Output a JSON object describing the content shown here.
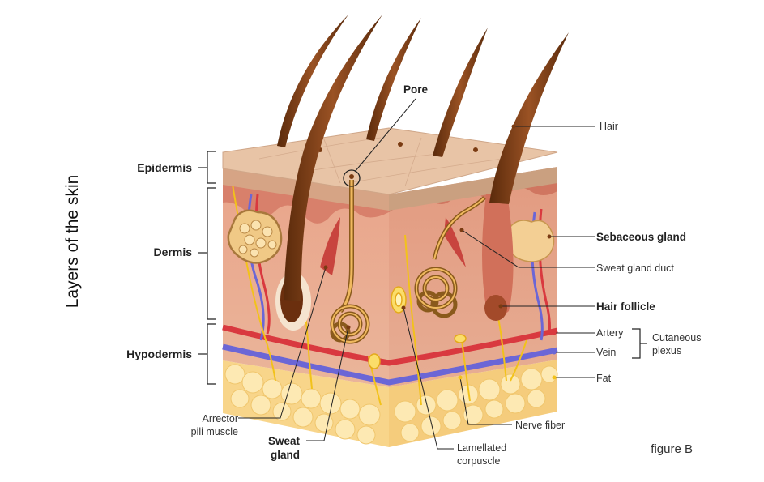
{
  "figure": {
    "vertical_title": "Layers of the skin",
    "figure_label": "figure B"
  },
  "layers": {
    "epidermis": "Epidermis",
    "dermis": "Dermis",
    "hypodermis": "Hypodermis"
  },
  "labels": {
    "pore": "Pore",
    "hair": "Hair",
    "sebaceous_gland": "Sebaceous gland",
    "sweat_gland_duct": "Sweat gland duct",
    "hair_follicle": "Hair follicle",
    "artery": "Artery",
    "vein": "Vein",
    "cutaneous_plexus_line1": "Cutaneous",
    "cutaneous_plexus_line2": "plexus",
    "fat": "Fat",
    "nerve_fiber": "Nerve fiber",
    "lamellated_corpuscle_line1": "Lamellated",
    "lamellated_corpuscle_line2": "corpuscle",
    "sweat_gland_line1": "Sweat",
    "sweat_gland_line2": "gland",
    "arrector_pili_line1": "Arrector",
    "arrector_pili_line2": "pili muscle"
  },
  "colors": {
    "epidermis_top": "#e8c4a6",
    "epidermis_side": "#dcae8a",
    "dermis": "#e7a98b",
    "dermis_dark": "#d98a72",
    "hypodermis_fat": "#fbe3a3",
    "artery": "#d9393f",
    "vein": "#6b66d6",
    "nerve": "#f2c21a",
    "hair": "#7a3b12",
    "muscle": "#c8443e",
    "gland": "#d9a24e"
  }
}
